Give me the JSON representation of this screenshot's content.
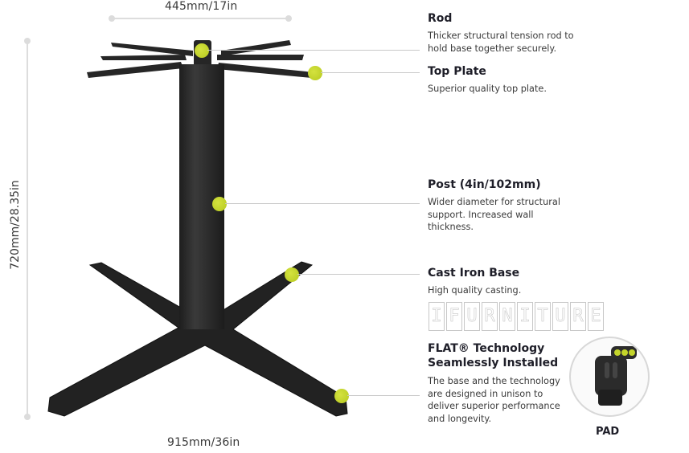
{
  "dimensions": {
    "top_width": "445mm/17in",
    "height": "720mm/28.35in",
    "base_width": "915mm/36in"
  },
  "features": [
    {
      "title": "Rod",
      "description": "Thicker structural tension rod to hold base together securely."
    },
    {
      "title": "Top Plate",
      "description": "Superior quality top plate."
    },
    {
      "title": "Post (4in/102mm)",
      "description": "Wider diameter for structural support. Increased wall thickness."
    },
    {
      "title": "Cast Iron Base",
      "description": "High quality casting."
    },
    {
      "title": "FLAT® Technology Seamlessly Installed",
      "description": "The base and the technology are designed in unison to deliver superior performance and longevity."
    }
  ],
  "watermark": {
    "letters": [
      "I",
      "F",
      "U",
      "R",
      "N",
      "I",
      "T",
      "U",
      "R",
      "E"
    ]
  },
  "pad": {
    "label": "PAD"
  },
  "colors": {
    "callout_dot": "#c4d52b",
    "metal": "#262626",
    "leader_line": "#c9c9c9"
  }
}
